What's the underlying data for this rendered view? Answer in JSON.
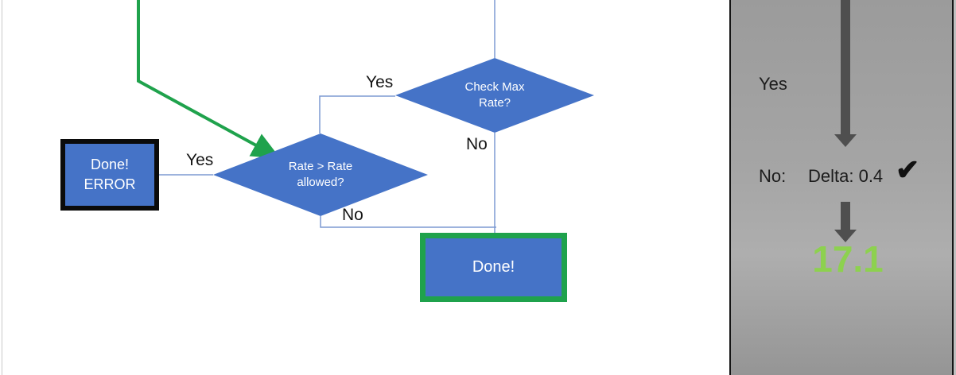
{
  "colors": {
    "shape_blue": "#4573C7",
    "connector_blue": "#7D9AD2",
    "flow_green": "#1FA24C",
    "result_green": "#8DD14F",
    "arrow_gray": "#4F4F4F",
    "panel_gray": "#A5A5A5",
    "error_border_black": "#0B0B0B"
  },
  "flowchart": {
    "decisions": {
      "check_max_rate": "Check Max\nRate?",
      "rate_allowed": "Rate > Rate\nallowed?"
    },
    "terminals": {
      "done_error": "Done!\nERROR",
      "done": "Done!"
    },
    "edge_labels": {
      "check_max_yes": "Yes",
      "check_max_no": "No",
      "rate_allowed_yes": "Yes",
      "rate_allowed_no": "No"
    }
  },
  "side_panel": {
    "yes_label": "Yes",
    "no_label": "No:",
    "delta_value": "Delta: 0.4",
    "check_icon": "✔",
    "result_value": "17.1"
  }
}
